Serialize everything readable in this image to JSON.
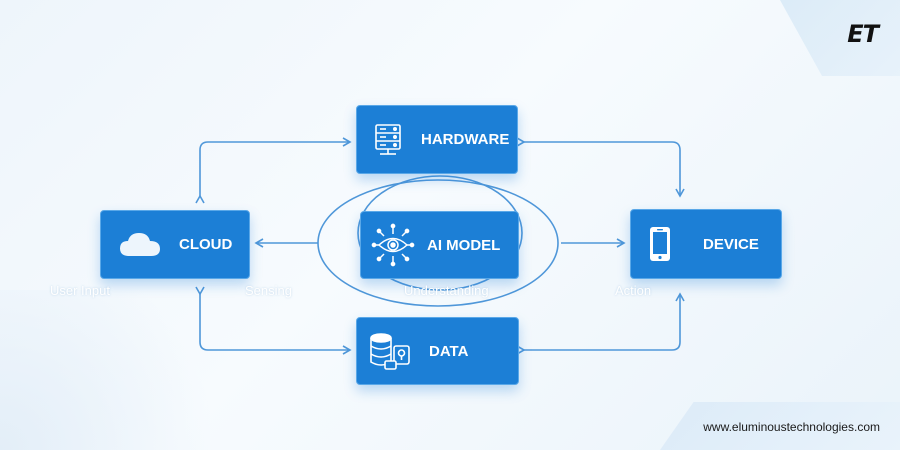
{
  "brand": {
    "logo_text": "ET",
    "website": "www.eluminoustechnologies.com"
  },
  "colors": {
    "node_fill": "#1c7fd6",
    "connector": "#4f97d9",
    "background": "#eef5fb"
  },
  "nodes": {
    "hardware": {
      "label": "HARDWARE",
      "icon": "server-rack-icon"
    },
    "cloud": {
      "label": "CLOUD",
      "icon": "cloud-icon"
    },
    "ai_model": {
      "label": "AI MODEL",
      "icon": "eye-network-icon"
    },
    "device": {
      "label": "DEVICE",
      "icon": "smartphone-icon"
    },
    "data": {
      "label": "DATA",
      "icon": "database-icon"
    }
  },
  "flow_labels": {
    "user_input": "User Input",
    "sensing": "Sensing",
    "understanding": "Understanding",
    "action": "Action"
  }
}
